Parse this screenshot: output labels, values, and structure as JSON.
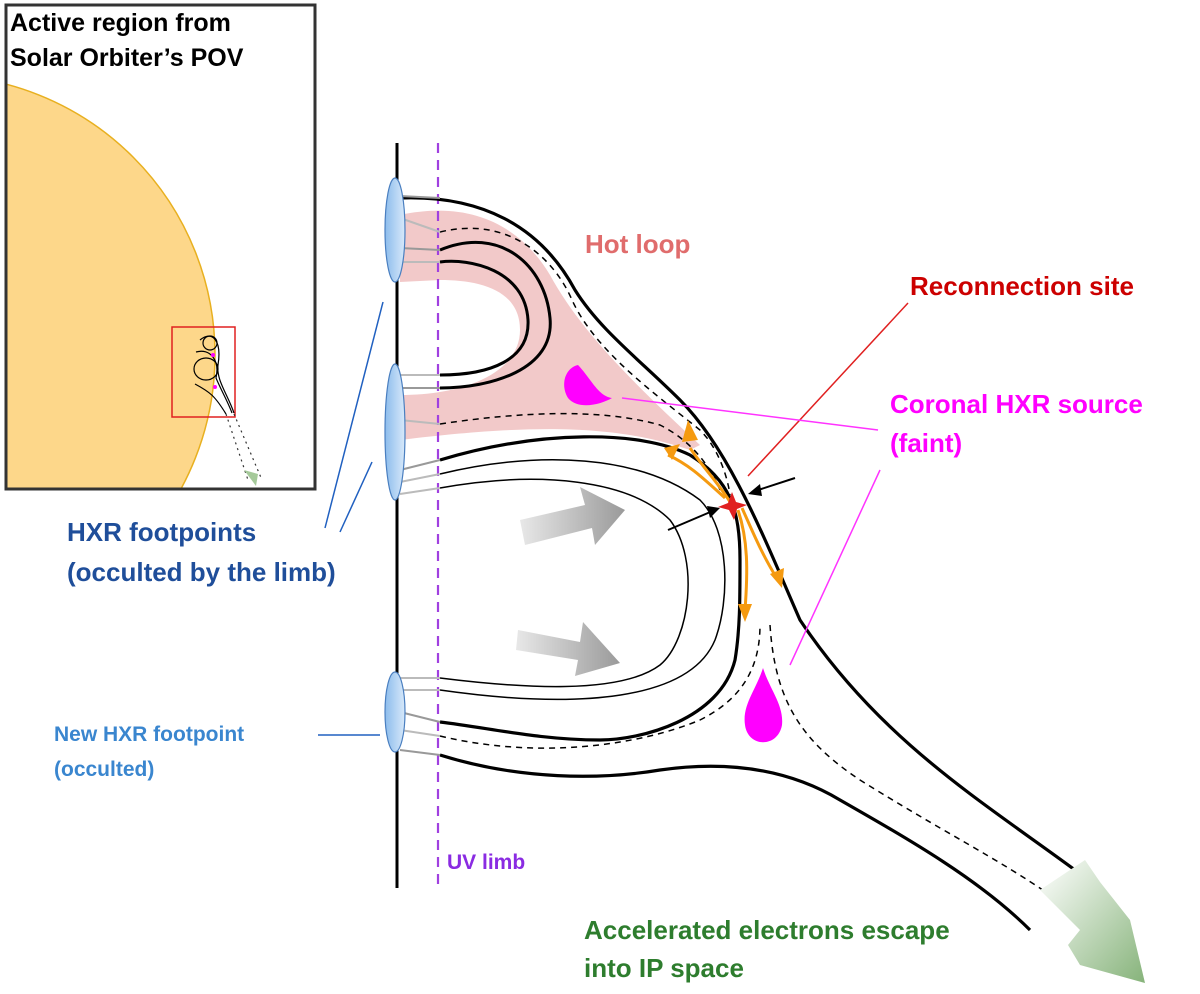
{
  "inset": {
    "title_line1": "Active region from",
    "title_line2": "Solar Orbiter’s POV"
  },
  "labels": {
    "hot_loop": "Hot loop",
    "reconnection_site": "Reconnection site",
    "coronal_source_line1": "Coronal HXR source",
    "coronal_source_line2": "(faint)",
    "hxr_footpoints_line1": "HXR footpoints",
    "hxr_footpoints_line2": "(occulted by the limb)",
    "new_footpoint_line1": "New HXR footpoint",
    "new_footpoint_line2": "(occulted)",
    "uv_limb": "UV limb",
    "escape_line1": "Accelerated electrons escape",
    "escape_line2": "into IP space"
  },
  "colors": {
    "sun_disk": "#fdd78a",
    "sun_edge": "#e8b020",
    "hot_loop_fill": "#f1c6c6",
    "hot_loop_text": "#e06c6c",
    "reconnection": "#cc0000",
    "coronal_source": "#ff00ff",
    "footpoint_text": "#1f4e9a",
    "new_footpoint_text": "#3a86cf",
    "uv_limb": "#8a2be2",
    "escape_text": "#2e7d2e",
    "outflow_arrow": "#f59a10",
    "footpoint_fill": "#a9cdf1"
  }
}
